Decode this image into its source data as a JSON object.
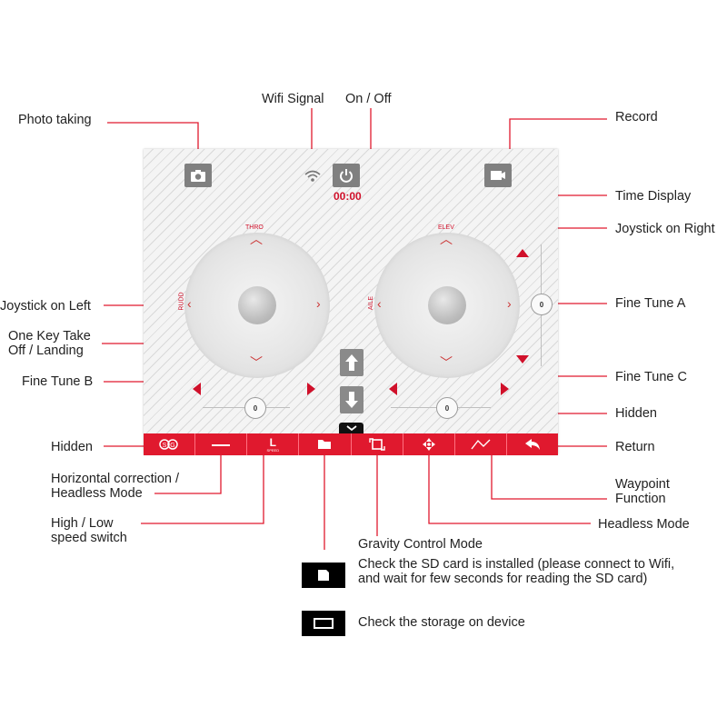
{
  "labels": {
    "photo_taking": "Photo taking",
    "wifi_signal": "Wifi Signal",
    "on_off": "On / Off",
    "record": "Record",
    "time_display": "Time Display",
    "joystick_right": "Joystick on Right",
    "joystick_left": "Joystick on Left",
    "fine_tune_a": "Fine Tune A",
    "one_key": "One Key Take Off / Landing",
    "fine_tune_b": "Fine Tune B",
    "fine_tune_c": "Fine Tune C",
    "hidden_right": "Hidden",
    "hidden_left": "Hidden",
    "return": "Return",
    "horizontal_correction": "Horizontal correction / Headless Mode",
    "waypoint": "Waypoint Function",
    "high_low": "High / Low speed switch",
    "headless_mode": "Headless Mode",
    "gravity_control": "Gravity Control Mode",
    "sd_card_note": "Check the SD card is installed (please connect to Wifi, and wait for few seconds for reading the SD card)",
    "storage_note": "Check the storage on device"
  },
  "screen": {
    "time": "00:00",
    "left_joystick": {
      "top_label": "THRO",
      "side_label": "RUDD"
    },
    "right_joystick": {
      "top_label": "ELEV",
      "side_label": "AILE"
    },
    "trim_value_a": "0",
    "trim_value_b": "0",
    "trim_value_c": "0",
    "speed_letter": "L",
    "speed_sub": "SPEED"
  },
  "toolbar": {
    "items": [
      "hidden-icon",
      "horizontal-correction-icon",
      "speed-switch-icon",
      "folder-icon",
      "gravity-icon",
      "headless-icon",
      "waypoint-icon",
      "return-icon"
    ]
  },
  "colors": {
    "accent": "#e0192e",
    "line": "#e0192e",
    "button_gray": "#808080"
  }
}
